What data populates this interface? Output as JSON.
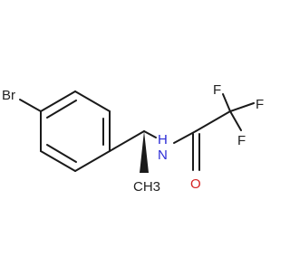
{
  "structure": {
    "atoms": {
      "bromine": "Br",
      "nitrogen_hydrogen": "H",
      "nitrogen": "N",
      "fluorine_1": "F",
      "fluorine_2": "F",
      "fluorine_3": "F",
      "methyl": "CH3",
      "oxygen": "O"
    },
    "colors": {
      "bond": "#1a1a1a",
      "nitrogen": "#2b2bd6",
      "oxygen": "#d62222",
      "halogen": "#222222"
    }
  }
}
